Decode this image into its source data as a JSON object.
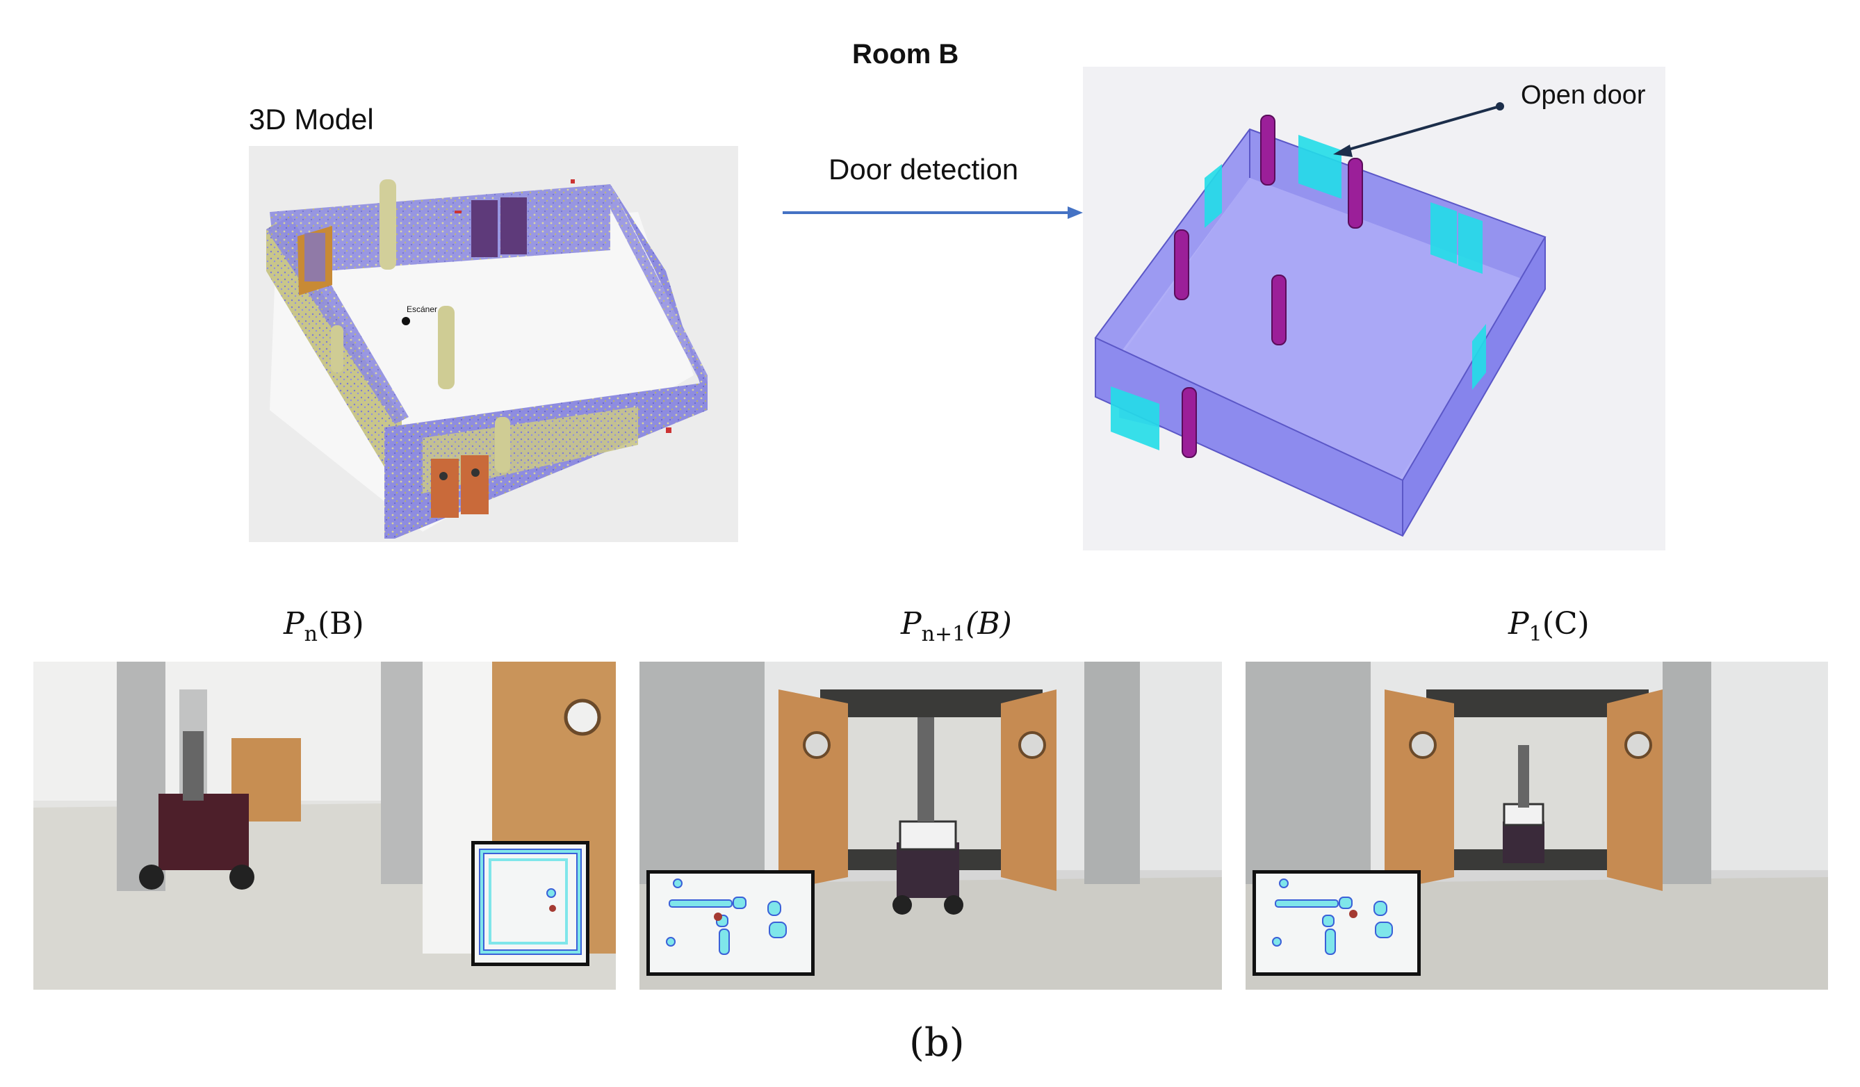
{
  "heading": "Room B",
  "model_label": "3D Model",
  "point_label": "Escáner",
  "arrow_label": "Door detection",
  "annotation_label": "Open door",
  "photos": [
    {
      "sym": "P",
      "sub": "n",
      "arg": "(B)"
    },
    {
      "sym": "P",
      "sub": "n+1",
      "arg": "(B)"
    },
    {
      "sym": "P",
      "sub": "1",
      "arg": "(C)"
    }
  ],
  "caption": "(b)",
  "colors": {
    "arrow": "#4472c4",
    "wall_blue": "#8a8ef0",
    "door_cyan": "#22dde8",
    "pillar_purple": "#9b1f99",
    "map_cyan": "#7fe6ea",
    "map_blue": "#3a60d8"
  }
}
